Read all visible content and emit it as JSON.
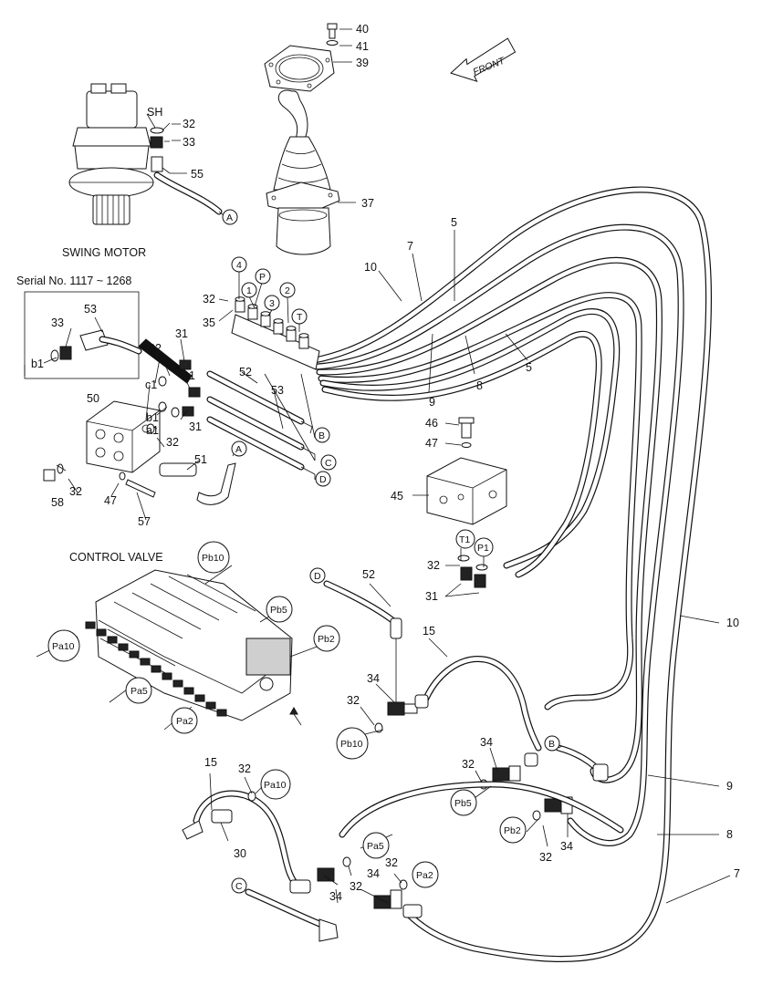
{
  "captions": {
    "swing_motor": "SWING MOTOR",
    "serial": "Serial No. 1117 ~ 1268",
    "control_valve": "CONTROL VALVE",
    "front": "FRONT"
  },
  "callouts": {
    "n40": "40",
    "n41": "41",
    "n39": "39",
    "n37": "37",
    "sh": "SH",
    "n32_sm": "32",
    "n33_sm": "33",
    "n55": "55",
    "n4": "4",
    "nP": "P",
    "n1": "1",
    "n3": "3",
    "n2": "2",
    "nT": "T",
    "n32_m": "32",
    "n35": "35",
    "n10_top": "10",
    "n7_top": "7",
    "n5_top": "5",
    "n5_r": "5",
    "n8_top": "8",
    "n9_top": "9",
    "n33_b": "33",
    "n53_b": "53",
    "b1_box": "b1",
    "n32_v": "32",
    "n31_a": "31",
    "n31_b": "31",
    "n31_c": "31",
    "n52_a": "52",
    "n53_a": "53",
    "c1": "c1",
    "b1": "b1",
    "a1": "a1",
    "n50": "50",
    "n32_v2": "32",
    "n51": "51",
    "n58": "58",
    "n32_v3": "32",
    "n47_v": "47",
    "n57": "57",
    "n46": "46",
    "n47": "47",
    "n45": "45",
    "T1": "T1",
    "P1": "P1",
    "n32_t": "32",
    "n31_t": "31",
    "Pb10_a": "Pb10",
    "Pb5_a": "Pb5",
    "Pb2_a": "Pb2",
    "Pa10_a": "Pa10",
    "Pa5_a": "Pa5",
    "Pa2_a": "Pa2",
    "D2": "D",
    "n52_b": "52",
    "n15_a": "15",
    "n34_a": "34",
    "n32_a": "32",
    "Pb10_b": "Pb10",
    "n34_b": "34",
    "n32_b": "32",
    "Pb5_b": "Pb5",
    "B2": "B",
    "n9_r": "9",
    "Pb2_b": "Pb2",
    "n32_c": "32",
    "n34_c": "34",
    "n8_r": "8",
    "n10_r": "10",
    "n7_r": "7",
    "n15_b": "15",
    "n32_d": "32",
    "Pa10_b": "Pa10",
    "n30": "30",
    "Pa5_b": "Pa5",
    "n34_d": "34",
    "n32_e": "32",
    "C2": "C",
    "n34_e": "34",
    "n32_f": "32",
    "Pa2_b": "Pa2",
    "A1": "A",
    "B1": "B",
    "C1": "C",
    "D1": "D",
    "A2": "A"
  }
}
